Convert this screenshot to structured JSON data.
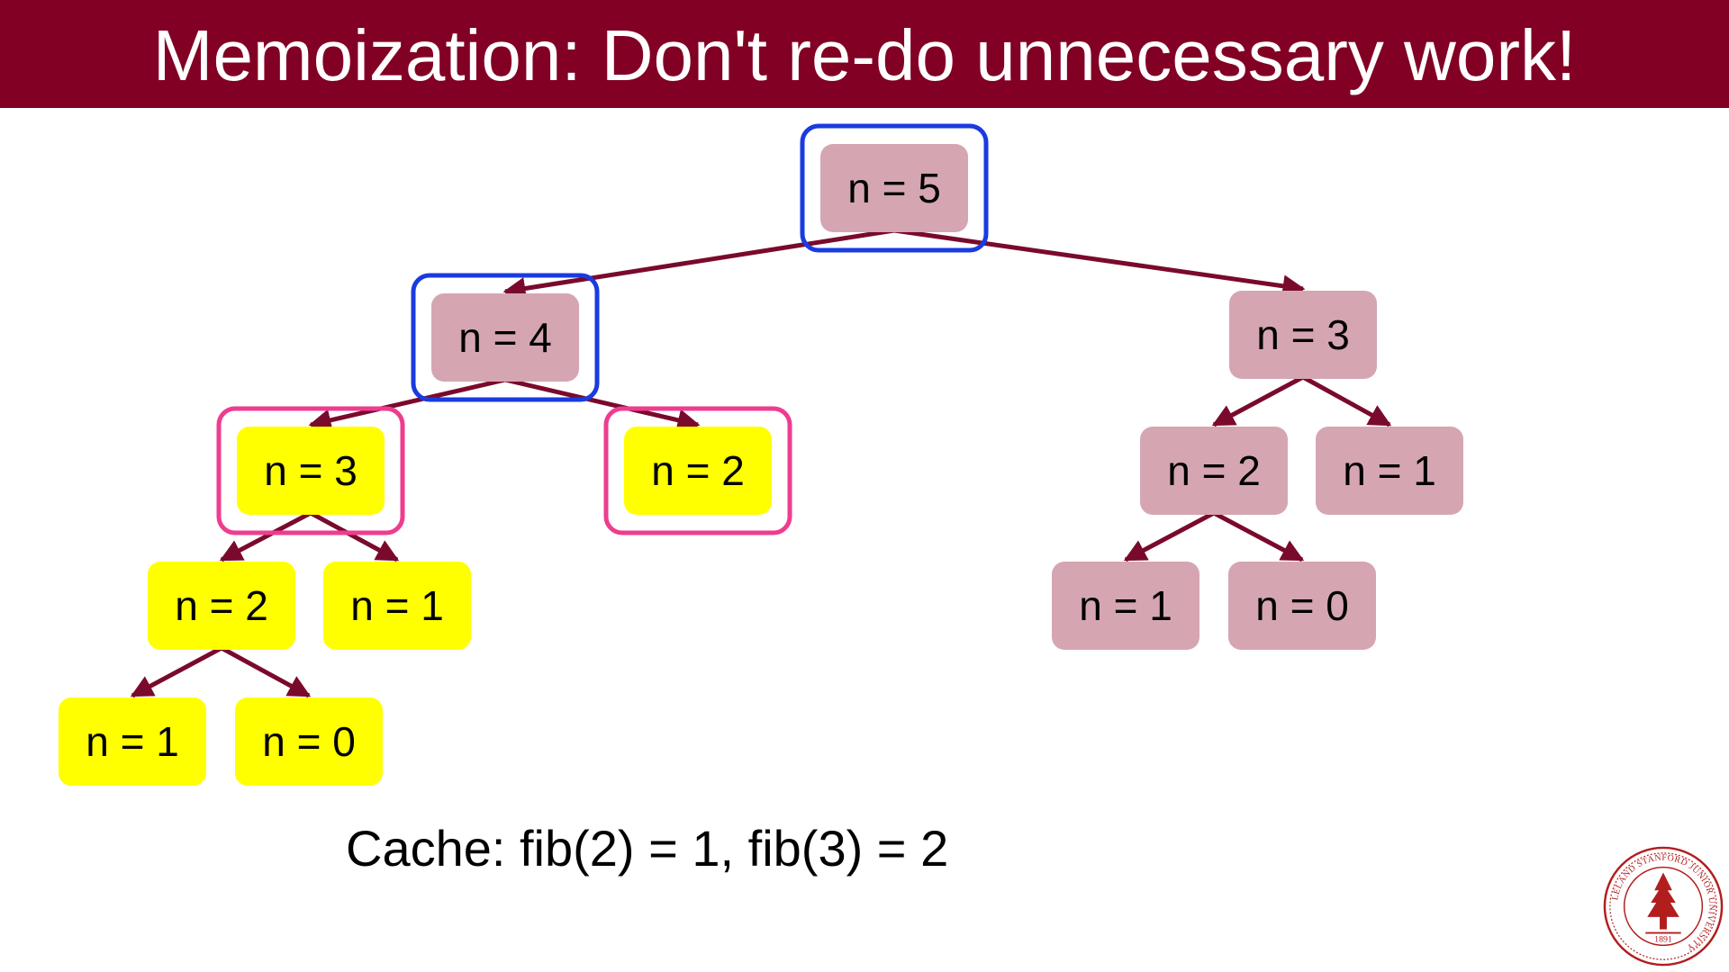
{
  "slide": {
    "title": "Memoization: Don't re-do unnecessary work!",
    "cache_note": "Cache: fib(2) = 1, fib(3) = 2"
  },
  "colors": {
    "title_bar": "#820024",
    "title_text": "#ffffff",
    "node_default": "#d5a6b2",
    "node_computed": "#ffff00",
    "edge": "#7a0a2c",
    "highlight_blue": "#1a3be0",
    "highlight_pink": "#ee3d8f"
  },
  "tree": {
    "nodes": [
      {
        "id": "a",
        "label": "n = 5",
        "style": "default",
        "highlight": "blue"
      },
      {
        "id": "b",
        "label": "n = 4",
        "style": "default",
        "highlight": "blue"
      },
      {
        "id": "c",
        "label": "n = 3",
        "style": "default",
        "highlight": ""
      },
      {
        "id": "d",
        "label": "n = 3",
        "style": "computed",
        "highlight": "pink"
      },
      {
        "id": "e",
        "label": "n = 2",
        "style": "computed",
        "highlight": "pink"
      },
      {
        "id": "f",
        "label": "n = 2",
        "style": "default",
        "highlight": ""
      },
      {
        "id": "g",
        "label": "n = 1",
        "style": "default",
        "highlight": ""
      },
      {
        "id": "h",
        "label": "n = 2",
        "style": "computed",
        "highlight": ""
      },
      {
        "id": "i",
        "label": "n = 1",
        "style": "computed",
        "highlight": ""
      },
      {
        "id": "j",
        "label": "n = 1",
        "style": "default",
        "highlight": ""
      },
      {
        "id": "k",
        "label": "n = 0",
        "style": "default",
        "highlight": ""
      },
      {
        "id": "l",
        "label": "n = 1",
        "style": "computed",
        "highlight": ""
      },
      {
        "id": "m",
        "label": "n = 0",
        "style": "computed",
        "highlight": ""
      }
    ],
    "edges": [
      [
        "a",
        "b"
      ],
      [
        "a",
        "c"
      ],
      [
        "b",
        "d"
      ],
      [
        "b",
        "e"
      ],
      [
        "c",
        "f"
      ],
      [
        "c",
        "g"
      ],
      [
        "d",
        "h"
      ],
      [
        "d",
        "i"
      ],
      [
        "f",
        "j"
      ],
      [
        "f",
        "k"
      ],
      [
        "h",
        "l"
      ],
      [
        "h",
        "m"
      ]
    ]
  },
  "seal": {
    "icon": "stanford-seal-icon",
    "ring_text": "LELAND STANFORD JUNIOR UNIVERSITY",
    "year": "1891"
  }
}
